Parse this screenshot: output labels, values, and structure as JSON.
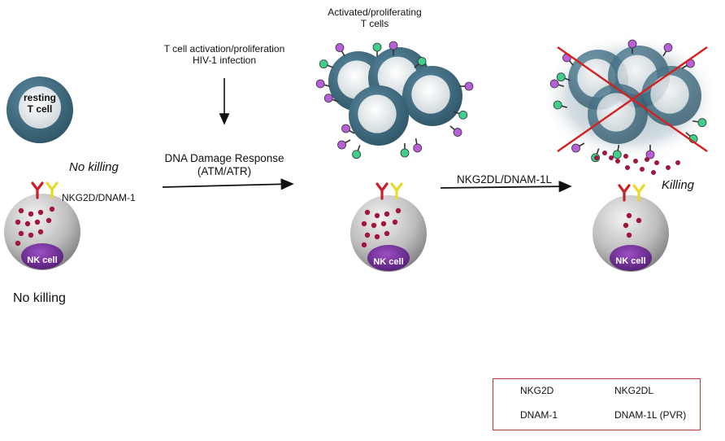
{
  "labels": {
    "resting_t_cell": "resting\nT cell",
    "resting_line1": "resting",
    "resting_line2": "T cell",
    "no_killing_top": "No killing",
    "no_killing_bottom": "No killing",
    "receptor_label": "NKG2D/DNAM-1",
    "trigger_line1": "T cell activation/proliferation",
    "trigger_line2": "HIV-1 infection",
    "ddr_line1": "DNA Damage Response",
    "ddr_line2": "(ATM/ATR)",
    "activated_line1": "Activated/proliferating",
    "activated_line2": "T cells",
    "ligand_arrow_label": "NKG2DL/DNAM-1L",
    "killing": "Killing",
    "nk_cell": "NK cell"
  },
  "legend": {
    "nkg2d": "NKG2D",
    "dnam1": "DNAM-1",
    "nkg2dl": "NKG2DL",
    "dnam1l": "DNAM-1L (PVR)"
  },
  "colors": {
    "t_cell": "#3f6b7e",
    "nk_cell_shell": "#9a9a9a",
    "nk_nucleus": "#6a2a8c",
    "granule": "#a0173b",
    "nkg2d_receptor": "#e8d92a",
    "dnam1_receptor": "#c8202a",
    "nkg2dl_ligand": "#3fcf8a",
    "dnam1l_ligand": "#b65fd8",
    "cross": "#d62020",
    "legend_border": "#b43a3a"
  }
}
